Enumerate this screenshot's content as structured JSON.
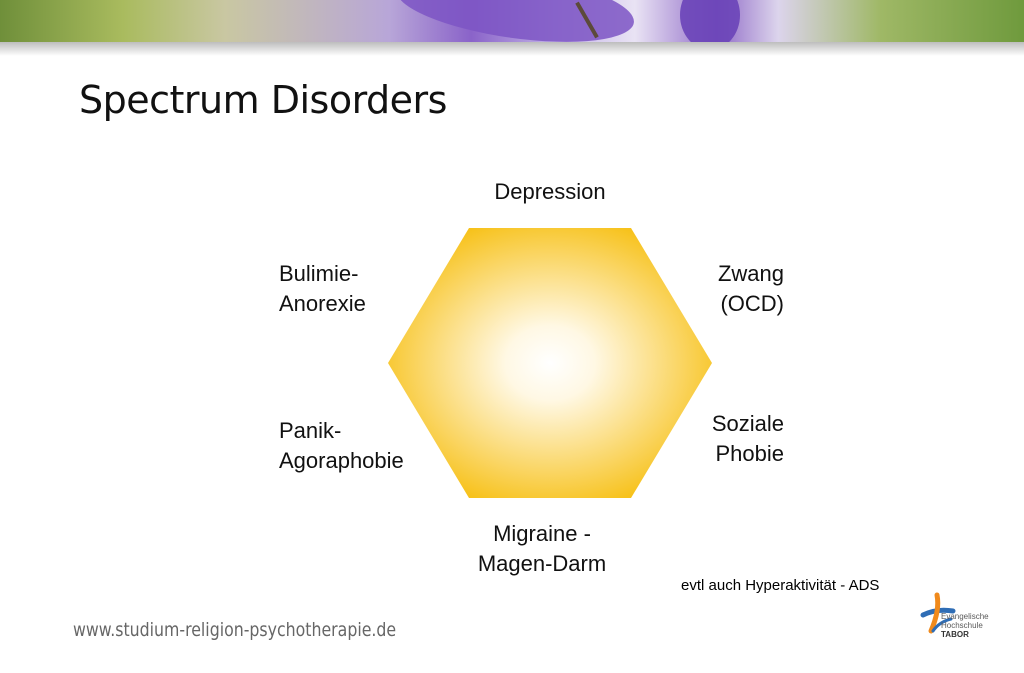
{
  "slide": {
    "title": "Spectrum Disorders",
    "footer_url": "www.studium-religion-psychotherapie.de",
    "note": "evtl auch Hyperaktivität - ADS"
  },
  "diagram": {
    "center_shape": "hexagon",
    "fill_colors": {
      "edge": "#f7c21c",
      "center": "#ffffff"
    },
    "labels": {
      "top": "Depression",
      "top_right": [
        "Zwang",
        "(OCD)"
      ],
      "bottom_right": [
        "Soziale",
        "Phobie"
      ],
      "bottom": [
        "Migraine -",
        "Magen-Darm"
      ],
      "bottom_left": [
        "Panik-",
        "Agoraphobie"
      ],
      "top_left": [
        "Bulimie-",
        "Anorexie"
      ]
    }
  },
  "logo": {
    "lines": [
      "Evangelische",
      "Hochschule",
      "TABOR"
    ],
    "colors": {
      "orange": "#f08a1c",
      "blue": "#2f6db5"
    }
  }
}
